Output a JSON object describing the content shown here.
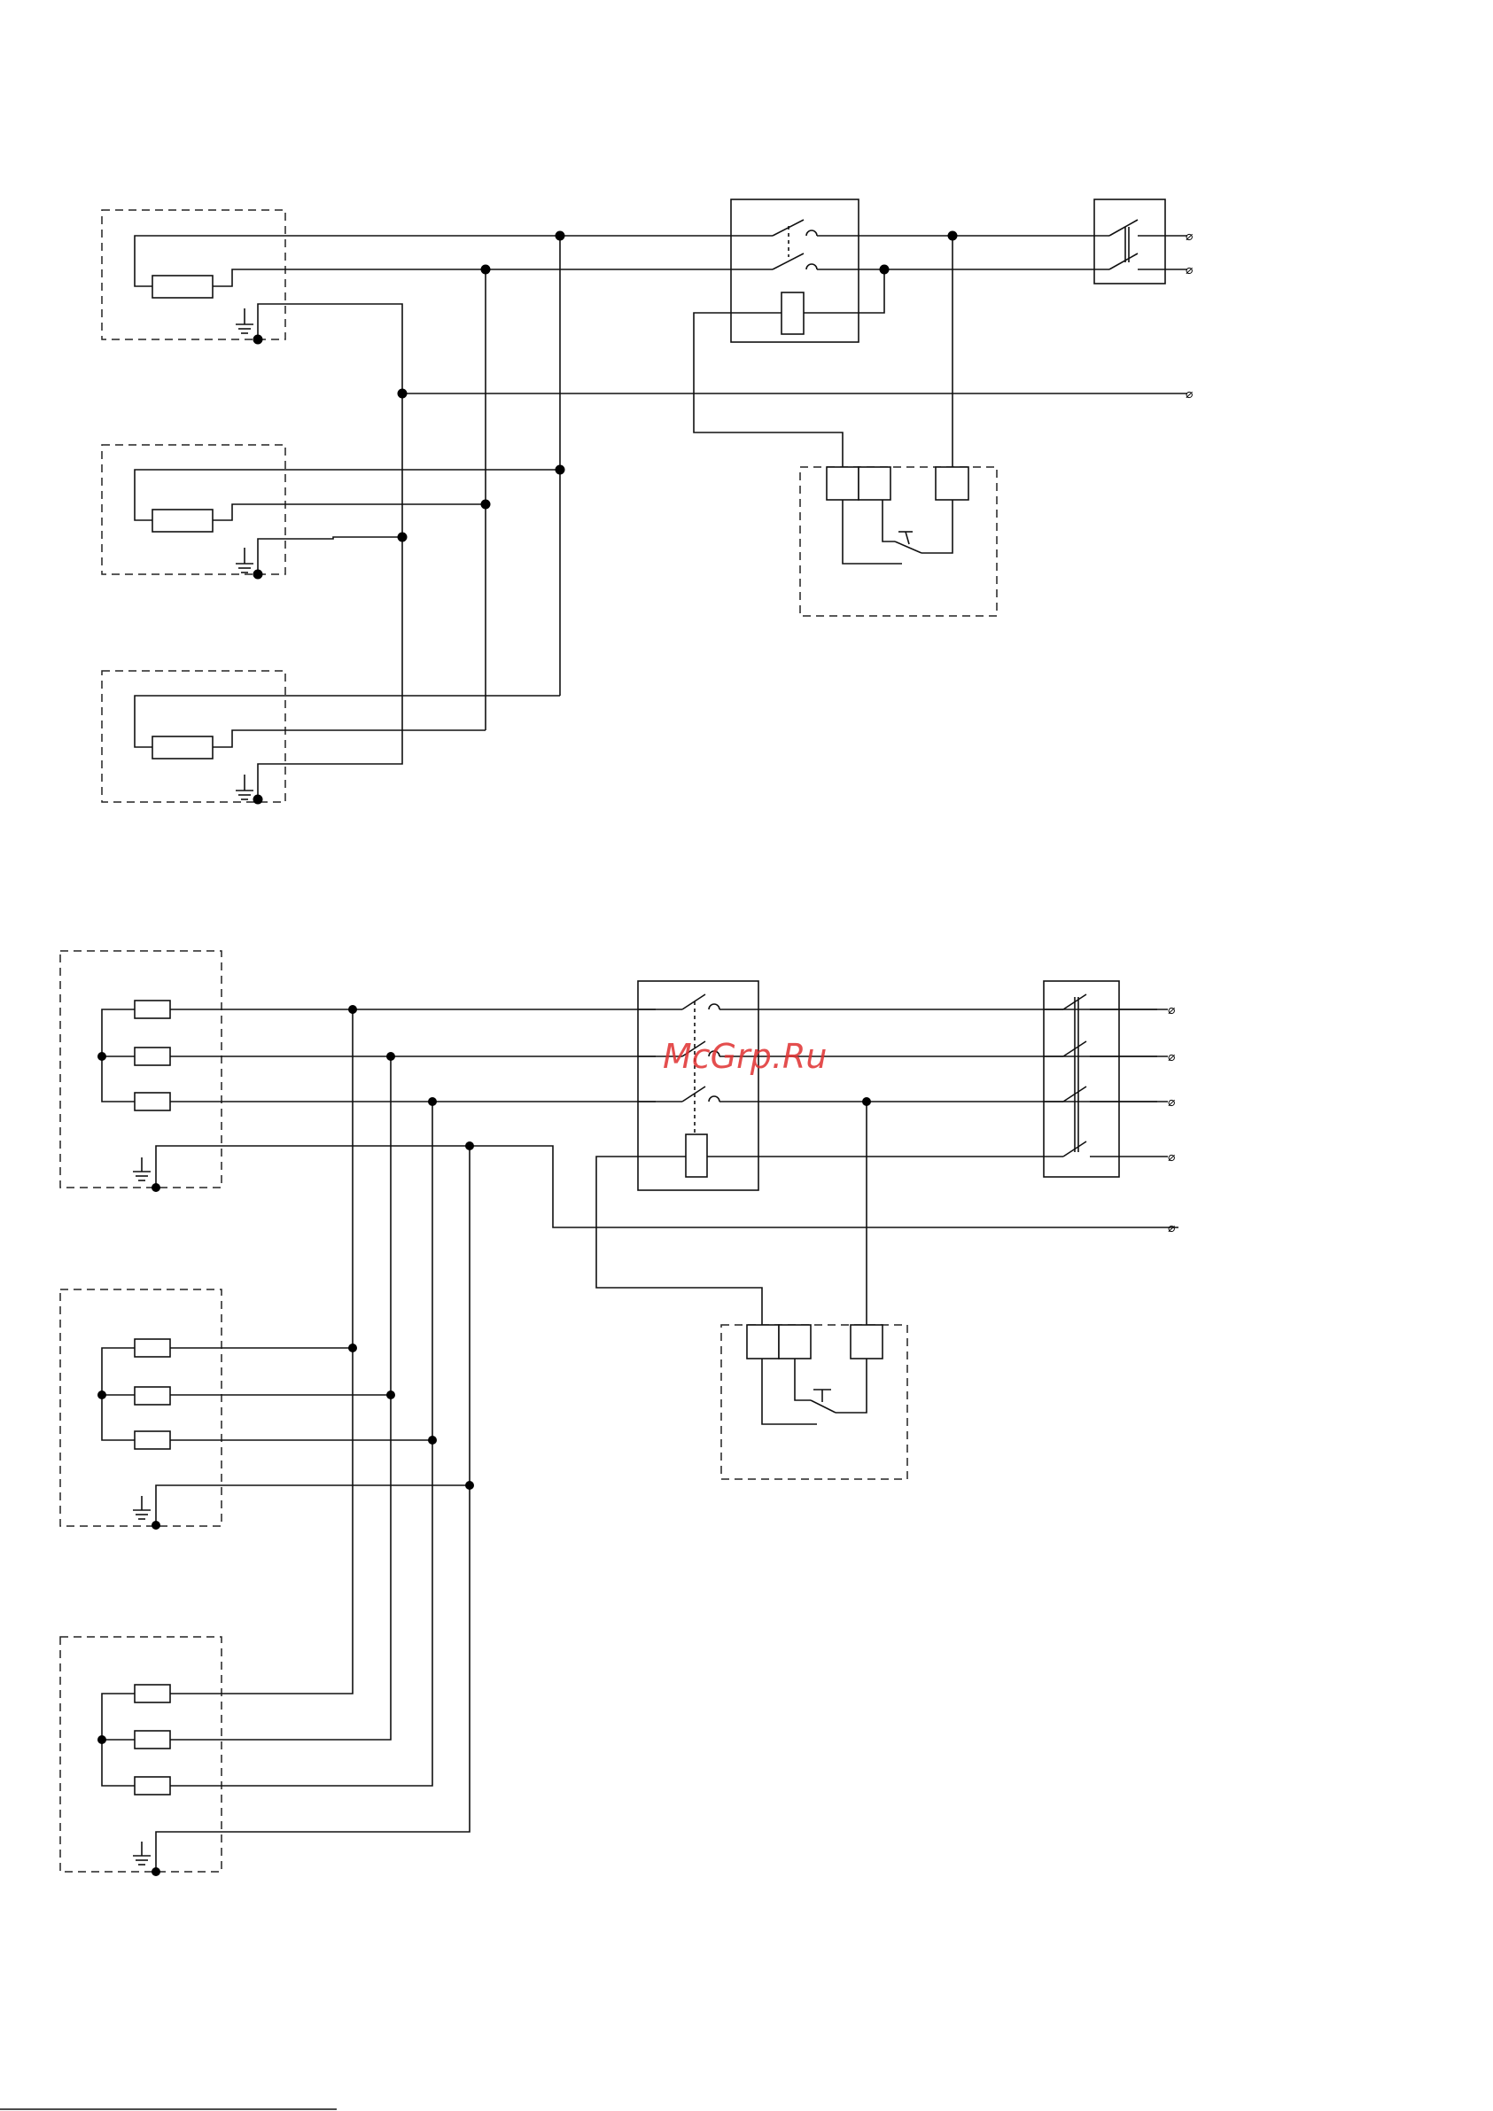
{
  "watermark": {
    "text": "McGrp.Ru",
    "color": "#e03030"
  },
  "colors": {
    "line": "#111111",
    "background": "#ffffff"
  },
  "terminal_glyph": "⌀",
  "diagrams": [
    {
      "name": "two-wire",
      "heaters": 3,
      "outputs": 3
    },
    {
      "name": "four-wire",
      "heaters": 3,
      "outputs": 5
    }
  ]
}
